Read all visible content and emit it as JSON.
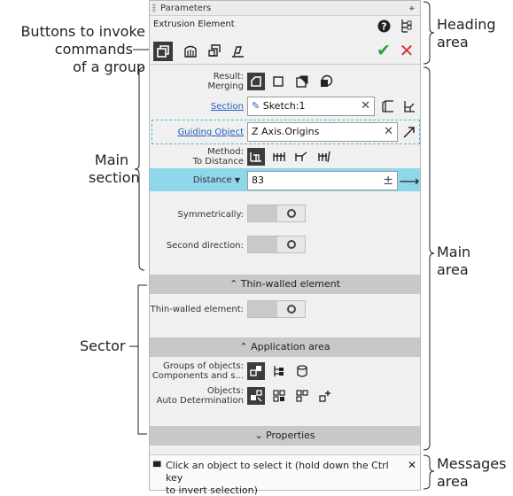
{
  "annotations": {
    "buttons_caption": [
      "Buttons to invoke",
      "commands",
      "of a group"
    ],
    "main_section": [
      "Main",
      "section"
    ],
    "sector": "Sector",
    "heading_area": [
      "Heading",
      "area"
    ],
    "main_area": [
      "Main",
      "area"
    ],
    "messages_area": [
      "Messages",
      "area"
    ]
  },
  "panel": {
    "title": "Parameters",
    "element_name": "Extrusion Element"
  },
  "main": {
    "result_label": [
      "Result:",
      "Merging"
    ],
    "section_label": "Section",
    "section_value": "Sketch:1",
    "guiding_label": "Guiding Object",
    "guiding_value": "Z Axis.Origins",
    "method_label": [
      "Method:",
      "To Distance"
    ],
    "distance_label": "Distance",
    "distance_value": "83",
    "distance_pm": "±",
    "symmetric_label": "Symmetrically:",
    "second_dir_label": "Second direction:"
  },
  "sectors": {
    "thin_walled": "Thin-walled element",
    "thin_walled_label": "Thin-walled element:",
    "application": "Application area",
    "groups_label": [
      "Groups of objects:",
      "Components and s..."
    ],
    "objects_label": [
      "Objects:",
      "Auto Determination"
    ],
    "properties": "Properties"
  },
  "messages": {
    "text_line1": "Click an object to select it (hold down the Ctrl key",
    "text_line2": "to invert selection)"
  },
  "colors": {
    "accent_row": "#8fd6ea",
    "ok": "#2e9e2e",
    "cancel": "#e03030",
    "link": "#1f5fbf"
  }
}
